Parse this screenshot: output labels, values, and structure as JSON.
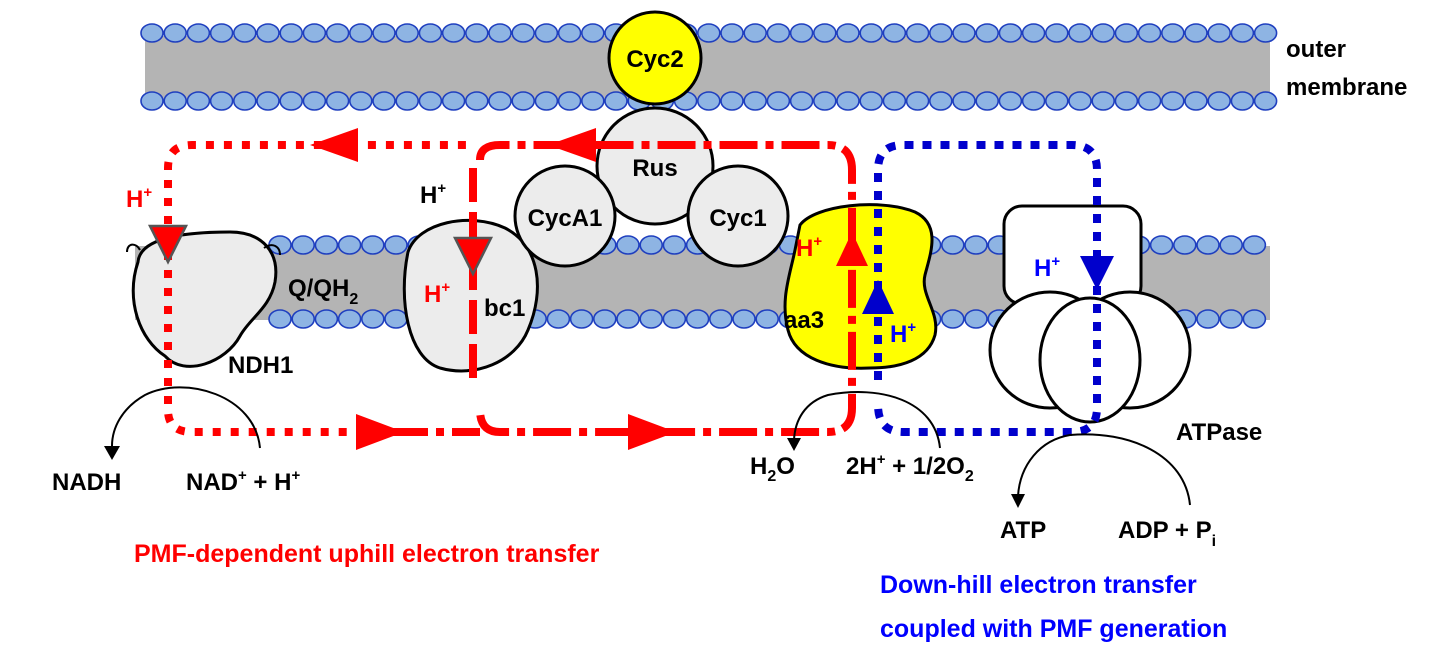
{
  "membranes": {
    "outer_label_line1": "outer",
    "outer_label_line2": "membrane"
  },
  "complexes": {
    "cyc2": "Cyc2",
    "rus": "Rus",
    "cyca1": "CycA1",
    "cyc1": "Cyc1",
    "ndh1": "NDH1",
    "bc1": "bc1",
    "aa3": "aa3",
    "atpase": "ATPase",
    "quinone_main": "Q/QH",
    "quinone_sub": "2"
  },
  "protons": {
    "h": "H",
    "plus": "+"
  },
  "reactions": {
    "nadh": "NADH",
    "nad_main": "NAD",
    "nad_rest": " + H",
    "water_h": "H",
    "water_sub": "2",
    "water_o": "O",
    "oxygen_a": "2H",
    "oxygen_b": " + 1/2O",
    "oxygen_sub": "2",
    "atp": "ATP",
    "adp": "ADP + P",
    "adp_sub": "i"
  },
  "captions": {
    "uphill": "PMF-dependent uphill electron transfer",
    "downhill_line1": "Down-hill electron transfer",
    "downhill_line2": "coupled with PMF generation"
  },
  "colors": {
    "membrane_band": "#b4b4b4",
    "lipid_head": "#8eb4e3",
    "lipid_stroke": "#1f3fbf",
    "protein_gray": "#ececec",
    "protein_yellow": "#ffff00",
    "uphill_red": "#ff0000",
    "downhill_blue": "#0000cc"
  }
}
